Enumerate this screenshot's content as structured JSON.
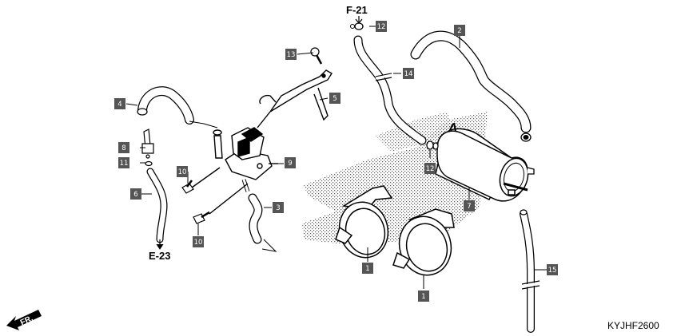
{
  "references": {
    "top": "F-21",
    "bottom_left": "E-23"
  },
  "direction_label": "FR.",
  "diagram_code": "KYJHF2600",
  "callouts": [
    "12",
    "2",
    "13",
    "14",
    "4",
    "5",
    "8",
    "11",
    "9",
    "10",
    "6",
    "10",
    "3",
    "12",
    "7",
    "1",
    "1",
    "15"
  ],
  "colors": {
    "callout_box": "#555555",
    "callout_text": "#ffffff",
    "line": "#000000"
  }
}
